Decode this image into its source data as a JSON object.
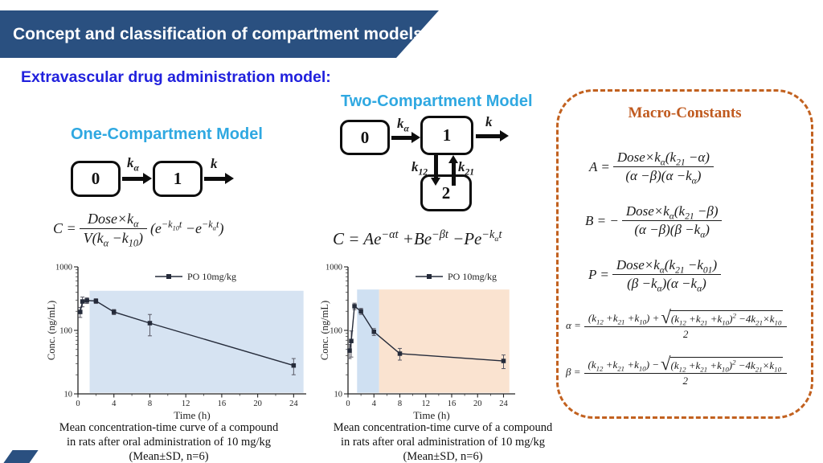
{
  "header": {
    "title": "Concept and classification of compartment models"
  },
  "subtitle": "Extravascular drug administration model:",
  "colors": {
    "banner_navy": "#2a5080",
    "heading_cyan": "#2fa8e1",
    "subtitle_blue": "#2121dd",
    "macro_orange": "#c05a1f",
    "region_blue": "#d6e3f2",
    "region_orange": "#fae3d0",
    "series_line": "#252b3a"
  },
  "one_compartment": {
    "heading": "One-Compartment Model",
    "diagram": {
      "box0": "0",
      "box1": "1",
      "ka": "k_[α]",
      "k": "k"
    },
    "equation": {
      "lhs": "C =",
      "num": "Dose×k_[α]",
      "den": "V(k_[α] −k_[10])",
      "tail": "(e^[−k_[10]t] −e^[−k_[α]t])"
    },
    "caption": [
      "Mean concentration-time curve of a compound",
      "in rats after oral administration of 10 mg/kg",
      "(Mean±SD, n=6)"
    ]
  },
  "two_compartment": {
    "heading": "Two-Compartment Model",
    "diagram": {
      "box0": "0",
      "box1": "1",
      "box2": "2",
      "ka": "k_[α]",
      "k": "k",
      "k12": "k_[12]",
      "k21": "k_[21]"
    },
    "equation": "C = Ae^[−αt] +Be^[−βt] −Pe^[−k_[α]t]",
    "caption": [
      "Mean concentration-time curve of a compound",
      "in rats after oral administration of 10 mg/kg",
      "(Mean±SD, n=6)"
    ]
  },
  "macro": {
    "title": "Macro-Constants",
    "sqrt_sign": "√",
    "A": {
      "lhs": "A =",
      "num": "Dose×k_[α](k_[21] −α)",
      "den": "(α −β)(α −k_[α])"
    },
    "B": {
      "lhs": "B = −",
      "num": "Dose×k_[α](k_[21] −β)",
      "den": "(α −β)(β −k_[α])"
    },
    "P": {
      "lhs": "P =",
      "num": "Dose×k_[α](k_[21] −k_[01])",
      "den": "(β −k_[α])(α −k_[α])"
    },
    "alpha": {
      "lhs": "α =",
      "pre": "(k_[12] +k_[21] +k_[10]) +",
      "rad": "(k_[12] +k_[21] +k_[10])^[2] −4k_[21]×k_[10]",
      "den": "2"
    },
    "beta": {
      "lhs": "β =",
      "pre": "(k_[12] +k_[21] +k_[10]) −",
      "rad": "(k_[12] +k_[21] +k_[10])^[2] −4k_[21]×k_[10]",
      "den": "2"
    }
  },
  "chart_data": [
    {
      "type": "line",
      "yscale": "log",
      "legend": "PO 10mg/kg",
      "xlabel": "Time (h)",
      "ylabel": "Conc. (ng/mL)",
      "x": [
        0.25,
        0.5,
        1,
        2,
        4,
        8,
        24
      ],
      "series": [
        {
          "name": "PO 10mg/kg",
          "values": [
            195,
            285,
            295,
            290,
            195,
            130,
            28
          ],
          "sd": [
            35,
            50,
            30,
            25,
            18,
            48,
            8
          ]
        }
      ],
      "xticks": [
        0,
        4,
        8,
        12,
        16,
        20,
        24
      ],
      "yticks": [
        10,
        100,
        1000
      ],
      "xlim": [
        0,
        25.4
      ],
      "ylim": [
        10,
        1000
      ],
      "regions": [
        {
          "x0": 1.3,
          "x1": 25.1,
          "y0": 10.4,
          "y1": 420,
          "color": "#d6e3f2"
        }
      ],
      "line_color": "#252b3a"
    },
    {
      "type": "line",
      "yscale": "log",
      "legend": "PO 10mg/kg",
      "xlabel": "Time (h)",
      "ylabel": "Conc. (ng/mL)",
      "x": [
        0.25,
        0.5,
        1,
        2,
        4,
        8,
        24
      ],
      "series": [
        {
          "name": "PO 10mg/kg",
          "values": [
            48,
            68,
            240,
            200,
            95,
            43,
            33
          ],
          "sd": [
            12,
            30,
            28,
            22,
            12,
            9,
            8
          ]
        }
      ],
      "xticks": [
        0,
        4,
        8,
        12,
        16,
        20,
        24
      ],
      "yticks": [
        10,
        100,
        1000
      ],
      "xlim": [
        0,
        25.8
      ],
      "ylim": [
        10,
        1000
      ],
      "regions": [
        {
          "x0": 1.4,
          "x1": 4.8,
          "y0": 10.4,
          "y1": 440,
          "color": "#cfe0f2"
        },
        {
          "x0": 4.8,
          "x1": 24.9,
          "y0": 10.4,
          "y1": 440,
          "color": "#fae3d0"
        }
      ],
      "line_color": "#252b3a"
    }
  ]
}
